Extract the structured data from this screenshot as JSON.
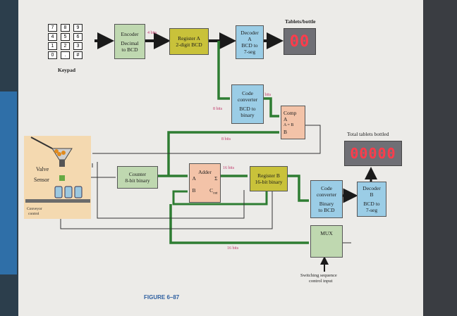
{
  "figure_caption": "FIGURE 6–87",
  "keypad": {
    "label": "Keypad",
    "keys": [
      "7",
      "8",
      "9",
      "4",
      "5",
      "6",
      "1",
      "2",
      "3",
      "0",
      ".",
      "#"
    ]
  },
  "blocks": {
    "encoder": {
      "title": "Encoder",
      "subtitle1": "Decimal",
      "subtitle2": "to BCD"
    },
    "register_a": {
      "line1": "Register A",
      "line2": "2-digit BCD"
    },
    "decoder_a": {
      "line1": "Decoder",
      "line2": "A",
      "line3": "BCD to",
      "line4": "7-seg"
    },
    "code_converter_a": {
      "line1": "Code",
      "line2": "converter",
      "line3": "BCD to",
      "line4": "binary"
    },
    "comp": {
      "line1": "Comp",
      "line2": "A",
      "line3": "A = B",
      "line4": "B"
    },
    "counter": {
      "line1": "Counter",
      "line2": "8-bit binary"
    },
    "adder": {
      "line1": "Adder",
      "line2": "A",
      "line3": "Σ",
      "line4": "B",
      "line5": "C",
      "line5_sub": "out"
    },
    "register_b": {
      "line1": "Register B",
      "line2": "16-bit binary"
    },
    "code_converter_b": {
      "line1": "Code",
      "line2": "converter",
      "line3": "Binary",
      "line4": "to BCD"
    },
    "decoder_b": {
      "line1": "Decoder",
      "line2": "B",
      "line3": "BCD to",
      "line4": "7-seg"
    },
    "mux": {
      "line1": "MUX"
    }
  },
  "displays": {
    "tablets_per_bottle": {
      "label": "Tablets/bottle",
      "digits": "00"
    },
    "total_bottled": {
      "label": "Total tablets bottled",
      "digits": "00000"
    }
  },
  "bus_labels": {
    "enc_to_rega": "4 bits",
    "conv_to_comp": "8 bits",
    "rega_to_conv": "8 bits",
    "comp_feedback": "8 bits",
    "adder_to_regb": "16 bits",
    "regb_to_mux": "16 bits"
  },
  "plant": {
    "valve": "Valve",
    "sensor": "Sensor",
    "conveyor": "Conveyor",
    "conveyor2": "control"
  },
  "switching": {
    "line1": "Switching sequence",
    "line2": "control input"
  }
}
